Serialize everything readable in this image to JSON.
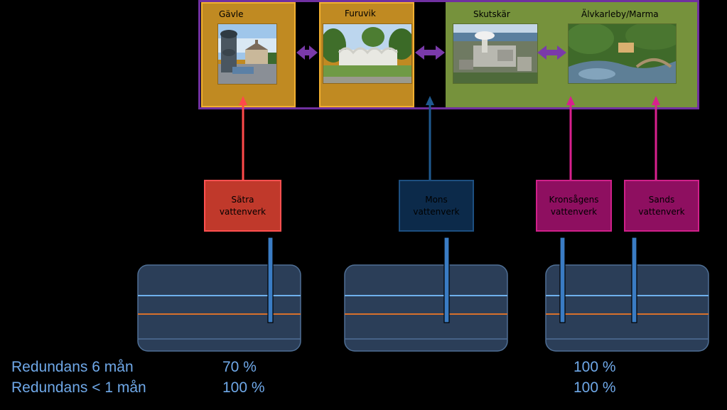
{
  "regions": {
    "gavle": {
      "title": "Gävle"
    },
    "furuvik": {
      "title": "Furuvik"
    },
    "skutskar": {
      "title": "Skutskär"
    },
    "alvkarleby": {
      "title": "Älvkarleby/Marma"
    }
  },
  "plants": [
    {
      "line1": "Sätra",
      "line2": "vattenverk"
    },
    {
      "line1": "Mons",
      "line2": "vattenverk"
    },
    {
      "line1": "Kronsågens",
      "line2": "vattenverk"
    },
    {
      "line1": "Sands",
      "line2": "vattenverk"
    }
  ],
  "redundancy": {
    "row1_label": "Redundans 6 mån",
    "row2_label": "Redundans < 1 mån",
    "group1_row1": "70 %",
    "group1_row2": "100 %",
    "group3_row1": "100 %",
    "group3_row2": "100 %"
  },
  "colors": {
    "background": "#000000",
    "frame": "#7030a0",
    "orange_panel": "#c08a22",
    "orange_border": "#f2b030",
    "green_panel": "#76923c",
    "satra_fill": "#c0392b",
    "satra_border": "#ff5050",
    "mons_fill": "#0c2a4a",
    "mons_border": "#1d4f80",
    "magenta_fill": "#8e0f60",
    "magenta_border": "#d0208a",
    "aquifer_fill": "#2b3e58",
    "aquifer_border": "#4f6f95",
    "water_blue": "#6fb0ec",
    "water_orange": "#d8702c",
    "pipe": "#3a7cc4",
    "stat_text": "#6fa8e8"
  }
}
